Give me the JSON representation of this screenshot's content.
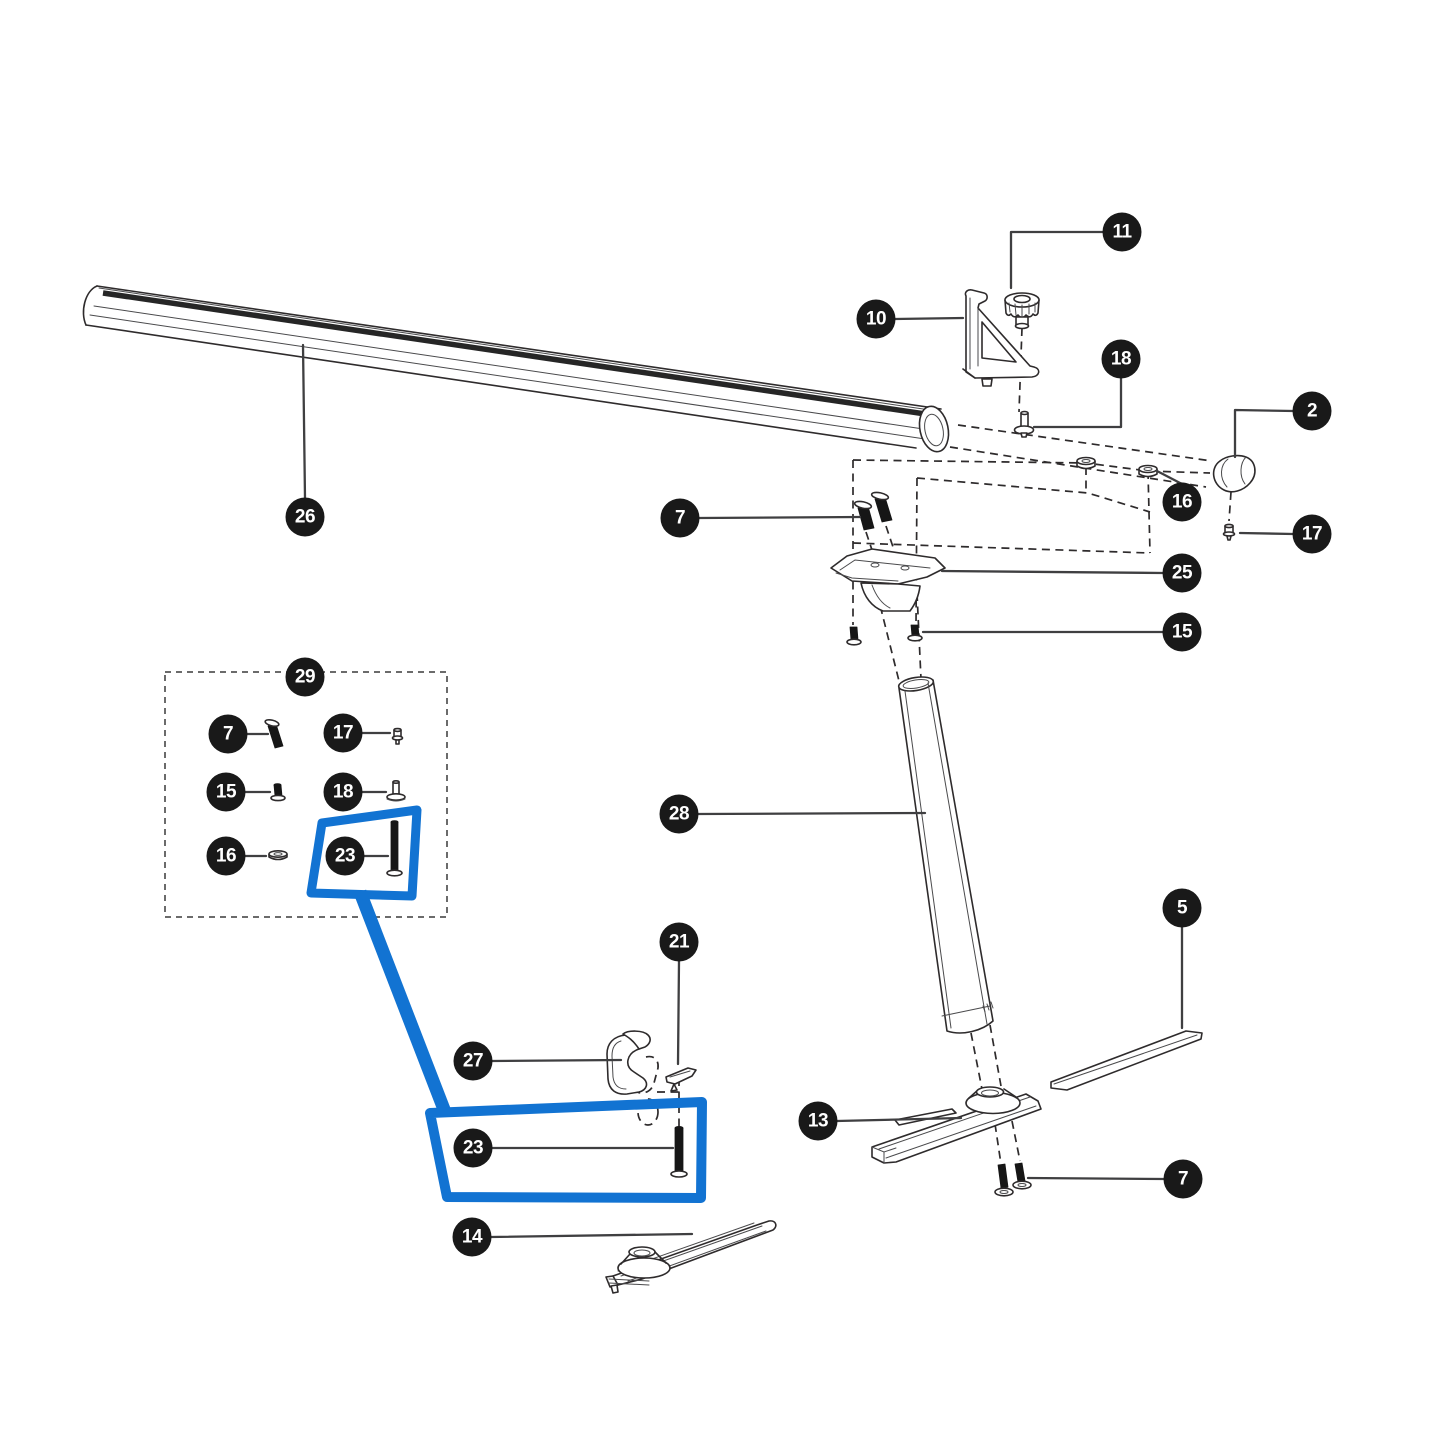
{
  "diagram": {
    "kind": "exploded-parts-diagram",
    "background": "#ffffff",
    "callout_style": {
      "bg": "#191919",
      "text": "#ffffff"
    },
    "highlight": {
      "part_label": "23",
      "color": "#1273d2"
    },
    "callouts": [
      {
        "label": "11"
      },
      {
        "label": "10"
      },
      {
        "label": "18"
      },
      {
        "label": "2"
      },
      {
        "label": "16"
      },
      {
        "label": "26"
      },
      {
        "label": "7"
      },
      {
        "label": "17"
      },
      {
        "label": "25"
      },
      {
        "label": "15"
      },
      {
        "label": "29"
      },
      {
        "label": "7"
      },
      {
        "label": "17"
      },
      {
        "label": "15"
      },
      {
        "label": "18"
      },
      {
        "label": "16"
      },
      {
        "label": "23"
      },
      {
        "label": "28"
      },
      {
        "label": "5"
      },
      {
        "label": "21"
      },
      {
        "label": "27"
      },
      {
        "label": "13"
      },
      {
        "label": "23"
      },
      {
        "label": "7"
      },
      {
        "label": "14"
      }
    ],
    "kit_box": {
      "label": "29",
      "item_labels": [
        "7",
        "17",
        "15",
        "18",
        "16",
        "23"
      ]
    }
  }
}
